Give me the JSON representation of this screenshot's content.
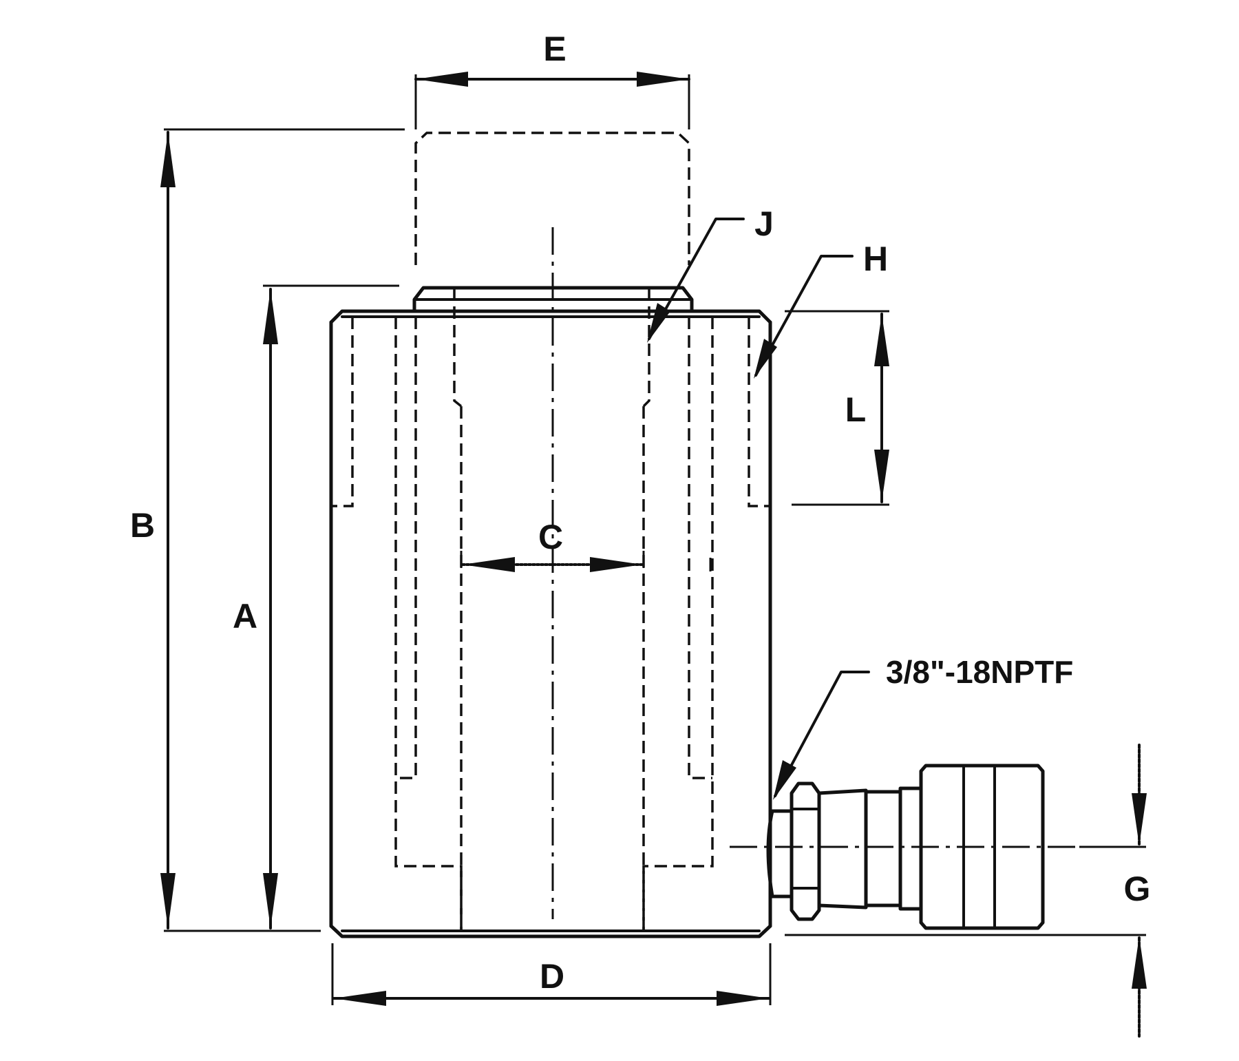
{
  "labels": {
    "A": "A",
    "B": "B",
    "C": "C",
    "D": "D",
    "E": "E",
    "G": "G",
    "H": "H",
    "J": "J",
    "L": "L"
  },
  "port": "3/8\"-18NPTF"
}
